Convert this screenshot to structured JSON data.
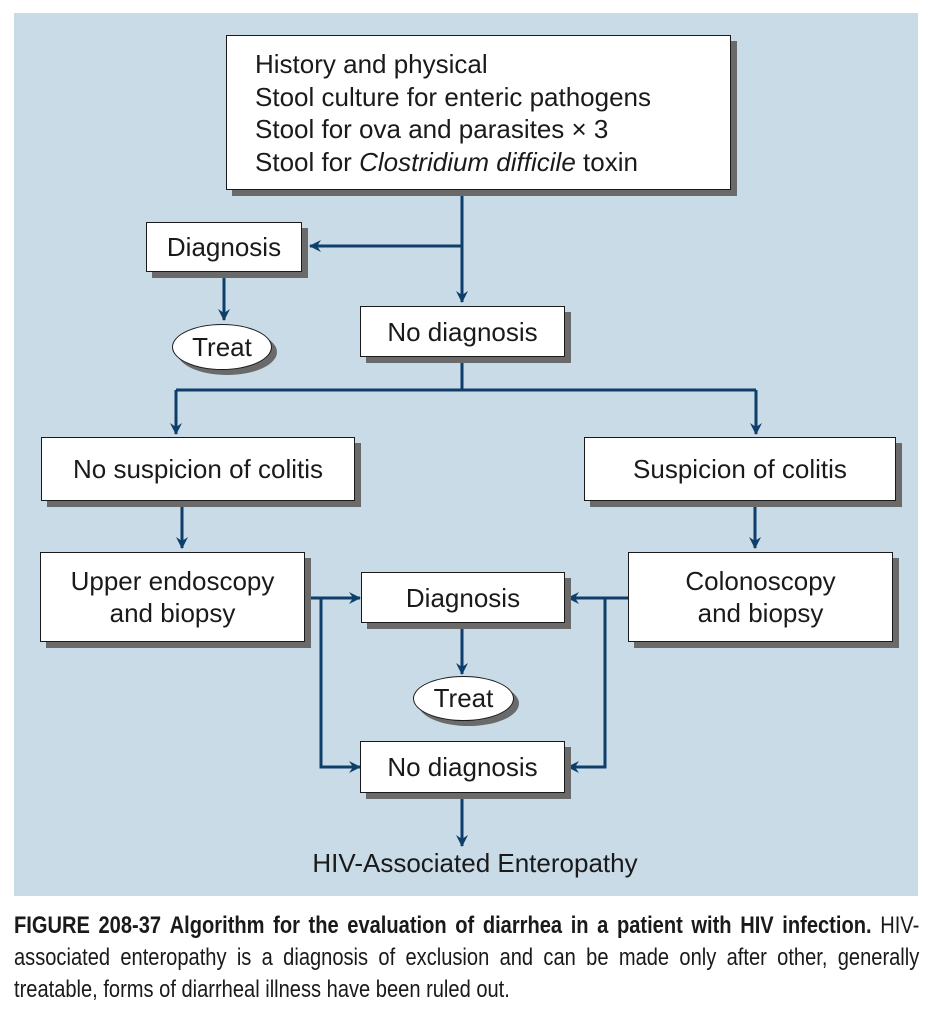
{
  "diagram": {
    "colors": {
      "panel_bg": "#c9dbe7",
      "arrow": "#0e3f6b",
      "box_border": "#1a1a1a",
      "box_shadow": "#6a6a6a"
    },
    "nodes": {
      "initial_workup": {
        "lines": [
          {
            "text": "History and physical"
          },
          {
            "text": "Stool culture for enteric pathogens"
          },
          {
            "text": "Stool for ova and parasites × 3"
          },
          {
            "prefix": "Stool for ",
            "italic": "Clostridium difficile",
            "suffix": " toxin"
          }
        ]
      },
      "diagnosis_1": "Diagnosis",
      "treat_1": "Treat",
      "no_diagnosis_1": "No diagnosis",
      "no_suspicion_colitis": "No suspicion of colitis",
      "suspicion_colitis": "Suspicion of colitis",
      "upper_endoscopy": [
        "Upper endoscopy",
        "and biopsy"
      ],
      "colonoscopy": [
        "Colonoscopy",
        "and biopsy"
      ],
      "diagnosis_2": "Diagnosis",
      "treat_2": "Treat",
      "no_diagnosis_2": "No diagnosis",
      "endpoint": "HIV-Associated Enteropathy"
    },
    "edges": [
      [
        "initial_workup",
        "diagnosis_1"
      ],
      [
        "initial_workup",
        "no_diagnosis_1"
      ],
      [
        "diagnosis_1",
        "treat_1"
      ],
      [
        "no_diagnosis_1",
        "no_suspicion_colitis"
      ],
      [
        "no_diagnosis_1",
        "suspicion_colitis"
      ],
      [
        "no_suspicion_colitis",
        "upper_endoscopy"
      ],
      [
        "suspicion_colitis",
        "colonoscopy"
      ],
      [
        "upper_endoscopy",
        "diagnosis_2"
      ],
      [
        "upper_endoscopy",
        "no_diagnosis_2"
      ],
      [
        "colonoscopy",
        "diagnosis_2"
      ],
      [
        "colonoscopy",
        "no_diagnosis_2"
      ],
      [
        "diagnosis_2",
        "treat_2"
      ],
      [
        "no_diagnosis_2",
        "endpoint"
      ]
    ]
  },
  "caption": {
    "label": "FIGURE 208-37",
    "title": "Algorithm for the evaluation of diarrhea in a patient with HIV infection.",
    "text": "HIV-associated enteropathy is a diagnosis of exclusion and can be made only after other, generally treatable, forms of diarrheal illness have been ruled out."
  }
}
